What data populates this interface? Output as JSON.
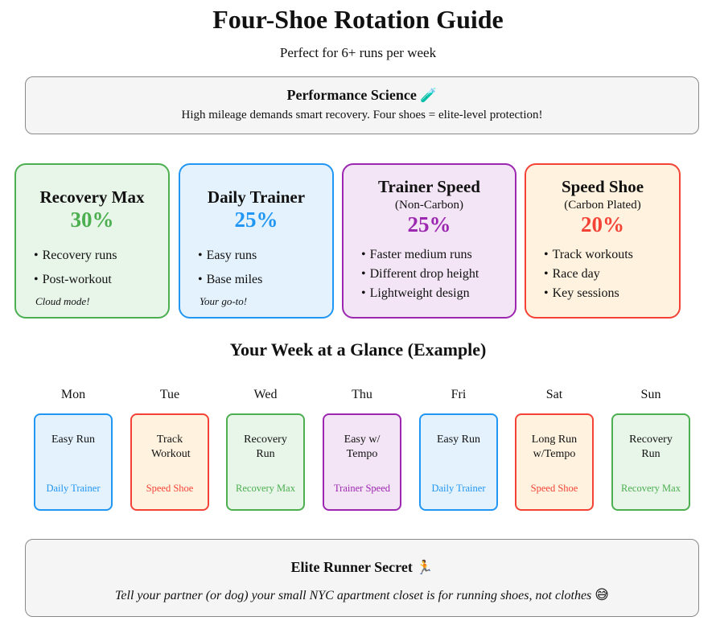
{
  "title": "Four-Shoe Rotation Guide",
  "subtitle": "Perfect for 6+ runs per week",
  "science": {
    "title": "Performance Science",
    "emoji": "🧪",
    "text": "High mileage demands smart recovery. Four shoes = elite-level protection!"
  },
  "shoes": [
    {
      "name": "Recovery Max",
      "sub": "",
      "pct": "30%",
      "color": "#4caf50",
      "bg": "#e8f5e9",
      "bullets": [
        "Recovery runs",
        "Post-workout"
      ],
      "note": "Cloud mode!"
    },
    {
      "name": "Daily Trainer",
      "sub": "",
      "pct": "25%",
      "color": "#2196f3",
      "bg": "#e3f2fd",
      "bullets": [
        "Easy runs",
        "Base miles"
      ],
      "note": "Your go-to!"
    },
    {
      "name": "Trainer Speed",
      "sub": "(Non-Carbon)",
      "pct": "25%",
      "color": "#9c27b0",
      "bg": "#f3e5f5",
      "bullets": [
        "Faster medium runs",
        "Different drop height",
        "Lightweight design"
      ],
      "note": ""
    },
    {
      "name": "Speed Shoe",
      "sub": "(Carbon Plated)",
      "pct": "20%",
      "color": "#f44336",
      "bg": "#fff3e0",
      "bullets": [
        "Track workouts",
        "Race day",
        "Key sessions"
      ],
      "note": ""
    }
  ],
  "week": {
    "title": "Your Week at a Glance (Example)",
    "days": [
      {
        "day": "Mon",
        "workout": "Easy Run",
        "shoe": "Daily Trainer",
        "color": "#2196f3"
      },
      {
        "day": "Tue",
        "workout": "Track Workout",
        "shoe": "Speed Shoe",
        "color": "#f44336"
      },
      {
        "day": "Wed",
        "workout": "Recovery Run",
        "shoe": "Recovery Max",
        "color": "#4caf50"
      },
      {
        "day": "Thu",
        "workout": "Easy w/ Tempo",
        "shoe": "Trainer Speed",
        "color": "#9c27b0"
      },
      {
        "day": "Fri",
        "workout": "Easy Run",
        "shoe": "Daily Trainer",
        "color": "#2196f3"
      },
      {
        "day": "Sat",
        "workout": "Long Run w/Tempo",
        "shoe": "Speed Shoe",
        "color": "#f44336"
      },
      {
        "day": "Sun",
        "workout": "Recovery Run",
        "shoe": "Recovery Max",
        "color": "#4caf50"
      }
    ]
  },
  "secret": {
    "title": "Elite Runner Secret",
    "emoji": "🏃",
    "text": "Tell your partner (or dog) your small NYC apartment closet is for running shoes, not clothes",
    "end_emoji": "😅"
  }
}
